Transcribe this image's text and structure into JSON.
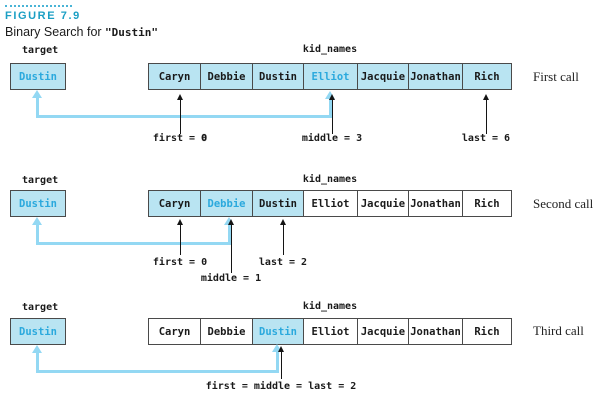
{
  "figure": {
    "label": "FIGURE 7.9",
    "subtitle_prefix": "Binary Search for ",
    "subtitle_code": "\"Dustin\""
  },
  "colors": {
    "accent_teal": "#1b9fc4",
    "cell_fill_active": "#b9e4f2",
    "highlight_text": "#2ba9dd",
    "comparison_line": "#93d8f3"
  },
  "target_label": "target",
  "array_label": "kid_names",
  "names": [
    "Caryn",
    "Debbie",
    "Dustin",
    "Elliot",
    "Jacquie",
    "Jonathan",
    "Rich"
  ],
  "calls": [
    {
      "title": "First call",
      "target_value": "Dustin",
      "cells": [
        "active",
        "active",
        "active",
        "active mid",
        "active",
        "active",
        "active"
      ],
      "annotations": [
        {
          "prefix": "first = ",
          "value": "0"
        },
        {
          "prefix": "middle = 3",
          "value": ""
        },
        {
          "prefix": "last = 6",
          "value": ""
        }
      ]
    },
    {
      "title": "Second call",
      "target_value": "Dustin",
      "cells": [
        "active",
        "active mid",
        "active",
        "plain",
        "plain",
        "plain",
        "plain"
      ],
      "annotations": [
        {
          "prefix": "first = 0",
          "value": ""
        },
        {
          "prefix": "middle = 1",
          "value": ""
        },
        {
          "prefix": "last = 2",
          "value": ""
        }
      ]
    },
    {
      "title": "Third call",
      "target_value": "Dustin",
      "cells": [
        "plain",
        "plain",
        "active mid",
        "plain",
        "plain",
        "plain",
        "plain"
      ],
      "annotations": [
        {
          "prefix": "first = middle = last = 2",
          "value": ""
        }
      ]
    }
  ]
}
